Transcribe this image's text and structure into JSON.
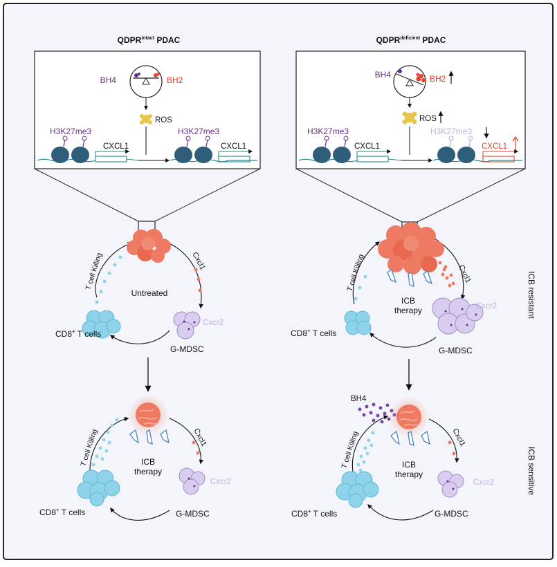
{
  "colors": {
    "purple": "#6a2c91",
    "red": "#e8402a",
    "teal": "#1f8a8f",
    "tumor": "#ef7a63",
    "tcell": "#8fd3ea",
    "mdsc": "#c7b6e2",
    "light_purple": "#c3b0e0",
    "border": "#222222",
    "bg": "#f4f5fa"
  },
  "left": {
    "title_main": "QDPR",
    "title_sup": "intact",
    "title_rest": " PDAC",
    "bh4": "BH4",
    "bh2": "BH2",
    "ros": "ROS",
    "mark1": "H3K27me3",
    "mark2": "H3K27me3",
    "gene1": "CXCL1",
    "gene2": "CXCL1",
    "top_cycle": {
      "killing": "T cell Killing",
      "chemokine": "Cxcl1",
      "center": "Untreated",
      "tcells_pre": "CD8",
      "tcells_sup": "+",
      "tcells_post": " T cells",
      "mdsc": "G-MDSC",
      "receptor": "Cxcr2"
    },
    "bottom_cycle": {
      "killing": "T cell Killing",
      "chemokine": "Cxcl1",
      "therapy1": "ICB",
      "therapy2": "therapy",
      "tcells_pre": "CD8",
      "tcells_sup": "+",
      "tcells_post": " T cells",
      "mdsc": "G-MDSC",
      "receptor": "Cxcr2"
    }
  },
  "right": {
    "title_main": "QDPR",
    "title_sup": "deficient",
    "title_rest": " PDAC",
    "bh4": "BH4",
    "bh2": "BH2",
    "ros": "ROS",
    "mark1": "H3K27me3",
    "mark2": "H3K27me3",
    "gene1": "CXCL1",
    "gene2": "CXCL1",
    "top_cycle": {
      "killing": "T cell Killing",
      "chemokine": "Cxcl1",
      "therapy1": "ICB",
      "therapy2": "therapy",
      "tcells_pre": "CD8",
      "tcells_sup": "+",
      "tcells_post": " T cells",
      "mdsc": "G-MDSC",
      "receptor": "Cxcr2"
    },
    "bottom_cycle": {
      "bh4": "BH4",
      "killing": "T cell Killing",
      "chemokine": "Cxcl1",
      "therapy1": "ICB",
      "therapy2": "therapy",
      "tcells_pre": "CD8",
      "tcells_sup": "+",
      "tcells_post": " T cells",
      "mdsc": "G-MDSC",
      "receptor": "Cxcr2"
    }
  },
  "side_labels": {
    "resistant": "ICB resistant",
    "sensitive": "ICB sensitive"
  }
}
